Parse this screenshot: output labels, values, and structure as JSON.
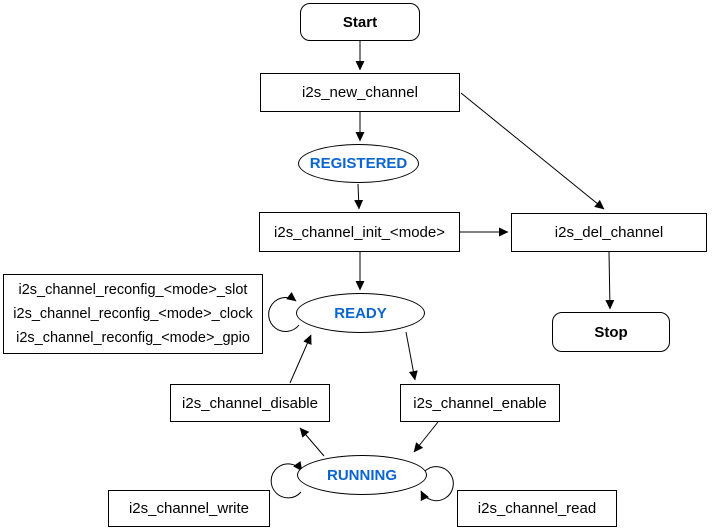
{
  "diagram": {
    "kind": "state-flowchart",
    "state_color": "#0b65d1",
    "stroke_color": "#000000",
    "nodes": {
      "start": {
        "label": "Start"
      },
      "new_channel": {
        "label": "i2s_new_channel"
      },
      "registered": {
        "label": "REGISTERED"
      },
      "init": {
        "label": "i2s_channel_init_<mode>"
      },
      "del_channel": {
        "label": "i2s_del_channel"
      },
      "stop": {
        "label": "Stop"
      },
      "ready": {
        "label": "READY"
      },
      "reconfig": {
        "lines": [
          "i2s_channel_reconfig_<mode>_slot",
          "i2s_channel_reconfig_<mode>_clock",
          "i2s_channel_reconfig_<mode>_gpio"
        ]
      },
      "disable": {
        "label": "i2s_channel_disable"
      },
      "enable": {
        "label": "i2s_channel_enable"
      },
      "running": {
        "label": "RUNNING"
      },
      "write": {
        "label": "i2s_channel_write"
      },
      "read": {
        "label": "i2s_channel_read"
      }
    }
  }
}
